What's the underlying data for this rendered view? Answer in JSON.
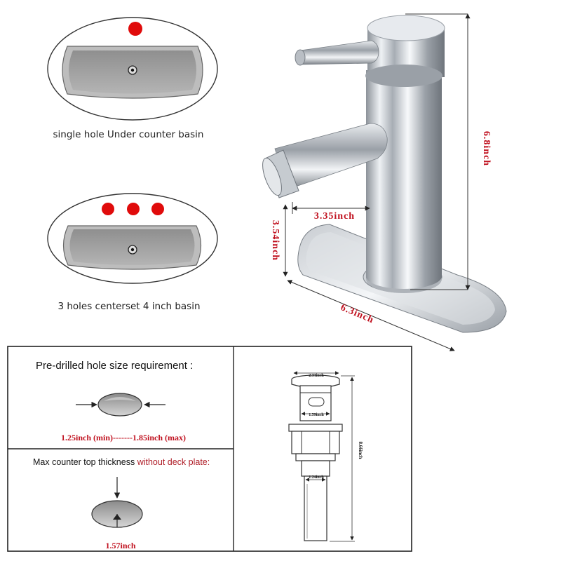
{
  "basins": {
    "single": {
      "caption": "single hole Under counter basin",
      "holes": 1
    },
    "centerset": {
      "caption": "3 holes centerset 4 inch basin",
      "holes": 3
    }
  },
  "faucet": {
    "height_label": "6.8inch",
    "spout_reach_label": "3.35inch",
    "spout_height_label": "3.54inch",
    "plate_length_label": "6.3inch"
  },
  "hole_panel": {
    "title": "Pre-drilled hole size requirement :",
    "range_min": "1.25inch (min)",
    "range_sep": "-------",
    "range_max": "1.85inch (max)"
  },
  "thickness_panel": {
    "title_prefix": "Max counter top thickness",
    "title_suffix": " without deck plate:",
    "value": "1.57inch"
  },
  "drain": {
    "cap_width": "2.31inch",
    "body_width": "1.59inch",
    "tail_width": "1.24inch",
    "height": "8.66inch"
  },
  "colors": {
    "hole_red": "#e00b0b",
    "dim_red": "#c0111f",
    "chrome": "#b9bec4"
  }
}
